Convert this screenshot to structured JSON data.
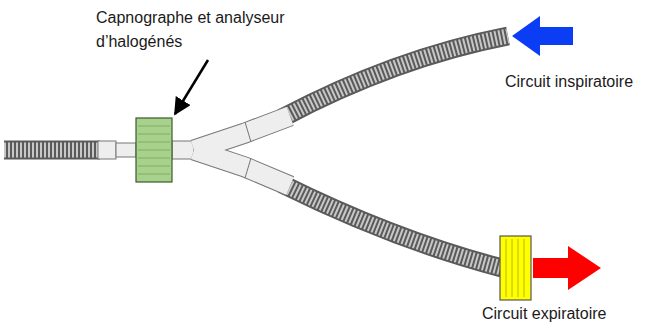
{
  "diagram": {
    "labels": [
      "Capnographe et analyseur d’halogénés",
      "Circuit inspiratoire",
      "Circuit expiratoire"
    ]
  }
}
